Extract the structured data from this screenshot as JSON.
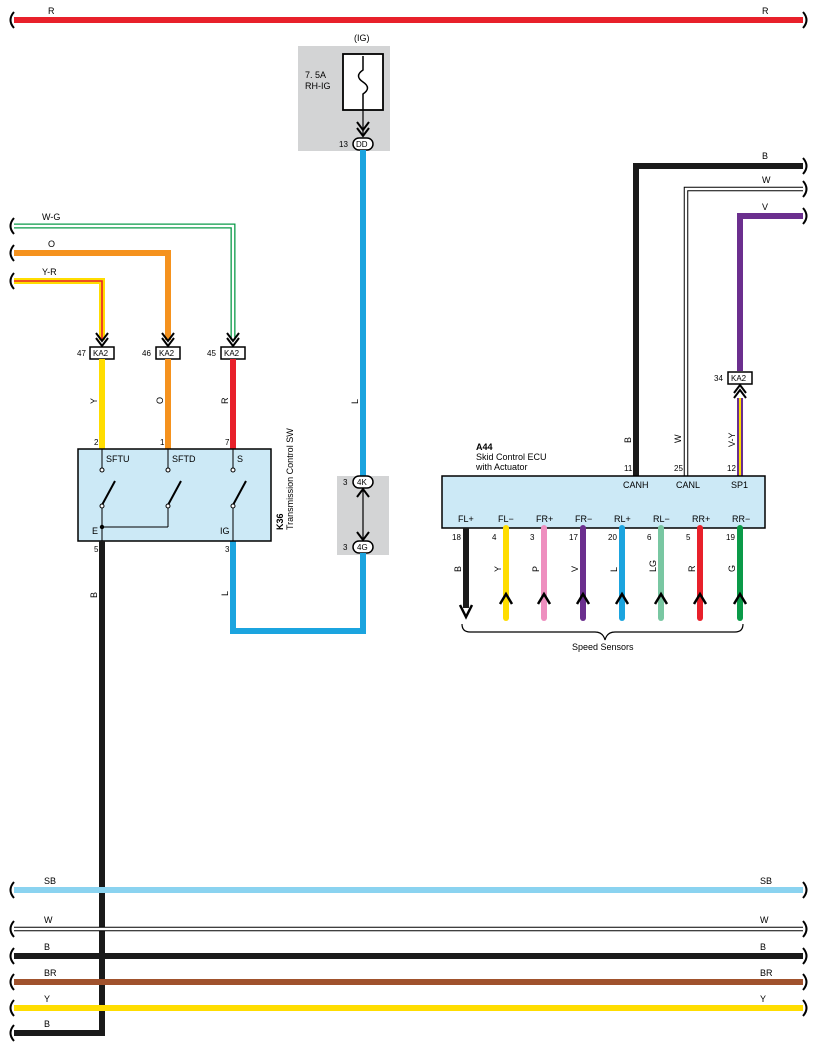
{
  "colors": {
    "R": "#e8202a",
    "B": "#1a1a1a",
    "W": "#ffffff",
    "L": "#1ba4df",
    "SB": "#8ad3f0",
    "O": "#f5921e",
    "Y": "#ffdd00",
    "V": "#6b2f8e",
    "P": "#ee8fbf",
    "LG": "#79c7a2",
    "G": "#0a9a48",
    "BR": "#a0522d",
    "module_fill": "#cce9f6",
    "fuse_box": "#d3d4d5"
  },
  "top_bus": {
    "left": "R",
    "right": "R"
  },
  "fuse": {
    "supply": "(IG)",
    "rating": "7. 5A",
    "name": "RH-IG",
    "pin": "13",
    "connector": "DD"
  },
  "wires": {
    "fuse_down": "L",
    "sw_down": "L",
    "sw_ground": "B",
    "wg": "W-G",
    "o": "O",
    "yr": "Y-R",
    "b_right": "B",
    "w_right": "W",
    "v_right": "V",
    "canh": "B",
    "canl": "W",
    "sp1": "V-Y",
    "sw_y": "Y",
    "sw_o": "O",
    "sw_r": "R"
  },
  "junction": {
    "top_pin": "3",
    "top_conn": "4K",
    "bot_pin": "3",
    "bot_conn": "4G"
  },
  "switch_connectors": [
    {
      "pin": "47",
      "conn": "KA2"
    },
    {
      "pin": "46",
      "conn": "KA2"
    },
    {
      "pin": "45",
      "conn": "KA2"
    }
  ],
  "switch": {
    "code": "K36",
    "name": "Transmission Control SW",
    "pins": [
      "2",
      "1",
      "7",
      "5",
      "3"
    ],
    "terms": [
      "SFTU",
      "SFTD",
      "S",
      "E",
      "IG"
    ]
  },
  "ecu": {
    "code": "A44",
    "name1": "Skid Control ECU",
    "name2": "with Actuator",
    "top_pins": [
      {
        "pin": "11",
        "term": "CANH"
      },
      {
        "pin": "25",
        "term": "CANL"
      },
      {
        "pin": "12",
        "term": "SP1"
      }
    ],
    "sp1_connector": {
      "pin": "34",
      "conn": "KA2"
    },
    "bottom": [
      {
        "term": "FL+",
        "pin": "18",
        "wire": "B"
      },
      {
        "term": "FL−",
        "pin": "4",
        "wire": "Y"
      },
      {
        "term": "FR+",
        "pin": "3",
        "wire": "P"
      },
      {
        "term": "FR−",
        "pin": "17",
        "wire": "V"
      },
      {
        "term": "RL+",
        "pin": "20",
        "wire": "L"
      },
      {
        "term": "RL−",
        "pin": "6",
        "wire": "LG"
      },
      {
        "term": "RR+",
        "pin": "5",
        "wire": "R"
      },
      {
        "term": "RR−",
        "pin": "19",
        "wire": "G"
      }
    ],
    "group_label": "Speed Sensors"
  },
  "bottom_buses": [
    {
      "left": "SB",
      "right": "SB"
    },
    {
      "left": "W",
      "right": "W"
    },
    {
      "left": "B",
      "right": "B"
    },
    {
      "left": "BR",
      "right": "BR"
    },
    {
      "left": "Y",
      "right": "Y"
    },
    {
      "left": "B",
      "right": ""
    }
  ]
}
